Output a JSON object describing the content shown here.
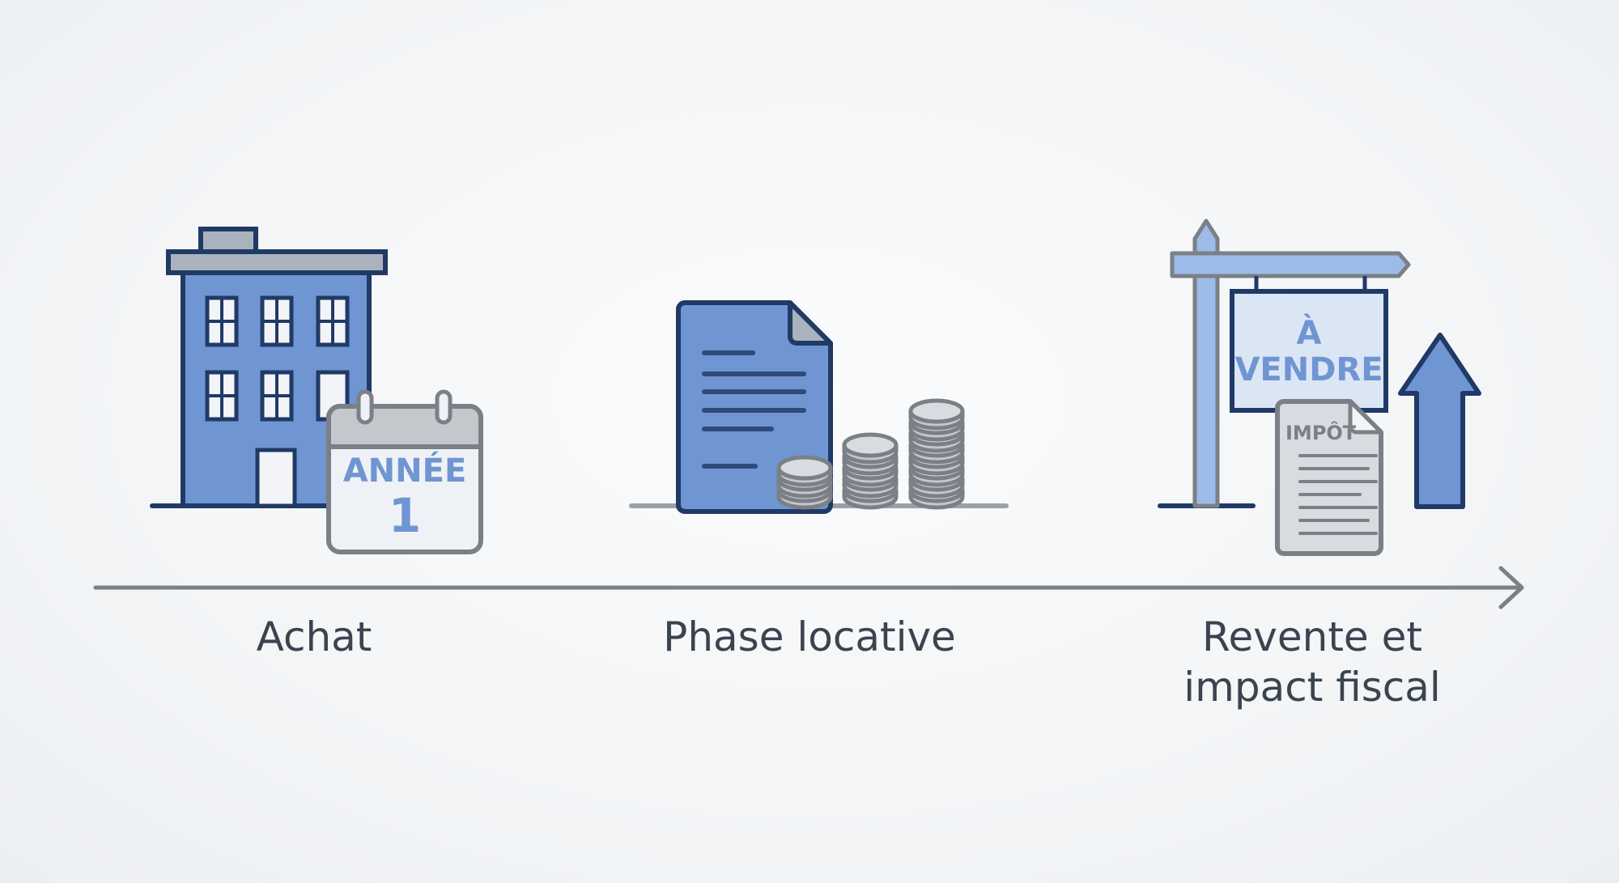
{
  "stages": [
    {
      "label_lines": [
        "Achat"
      ],
      "icon": "building-icon",
      "badge_icon": "calendar-icon",
      "badge_lines": [
        "ANNÉE",
        "1"
      ]
    },
    {
      "label_lines": [
        "Phase locative"
      ],
      "icon": "lease-document-icon",
      "badge_icon": "coin-stacks-icon"
    },
    {
      "label_lines": [
        "Revente et",
        "impact fiscal"
      ],
      "icon": "for-sale-sign-icon",
      "sign_lines": [
        "À",
        "VENDRE"
      ],
      "tax_doc_label": "IMPÔT",
      "arrow_icon": "up-arrow-icon"
    }
  ],
  "timeline_arrow_icon": "timeline-arrow-icon",
  "colors": {
    "blue_fill": "#6f95d2",
    "blue_light": "#9dbbe8",
    "blue_pale": "#dbe6f5",
    "navy_stroke": "#203a66",
    "gray_fill": "#c4c7cc",
    "gray_stroke": "#7b8087",
    "paper": "#e9ecef",
    "text": "#3a4450"
  }
}
